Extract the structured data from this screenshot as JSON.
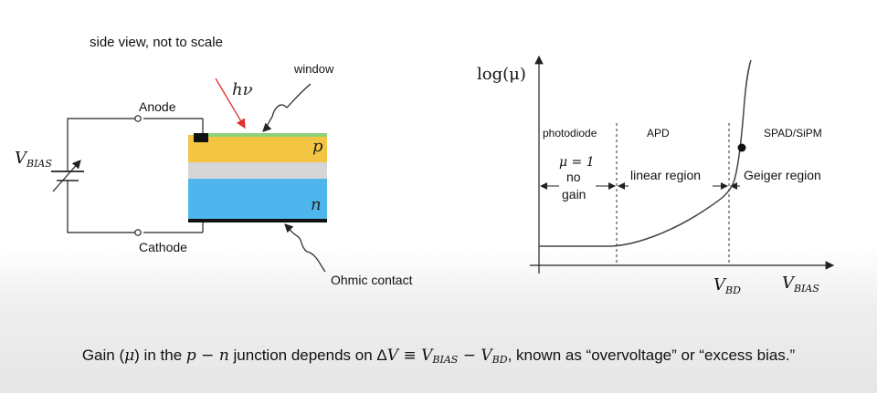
{
  "left_diagram": {
    "subtitle": "side view, not to scale",
    "window_label": "window",
    "photon_label": "hν",
    "anode_label": "Anode",
    "cathode_label": "Cathode",
    "bias_label": "V",
    "bias_sub": "BIAS",
    "p_label": "p",
    "n_label": "n",
    "ohmic_label": "Ohmic contact",
    "colors": {
      "p_layer": "#f4c542",
      "window": "#8fd17a",
      "depletion": "#d6d6d6",
      "n_layer": "#4eb6ec",
      "contact": "#111111"
    }
  },
  "chart": {
    "y_axis_label": "log(μ)",
    "x_axis_label": "V",
    "x_axis_sub": "BIAS",
    "vbd_label": "V",
    "vbd_sub": "BD",
    "regions": {
      "photodiode": "photodiode",
      "apd": "APD",
      "spad": "SPAD/SiPM",
      "mu_eq": "μ = 1",
      "no": "no",
      "gain": "gain",
      "linear": "linear region",
      "geiger": "Geiger region"
    }
  },
  "caption": {
    "c1": "Gain (",
    "c2": "μ",
    "c3": ") in the ",
    "c4": "p",
    "c5": " − ",
    "c6": "n",
    "c7": " junction depends on Δ",
    "c8": "V",
    "c9": " ≡ ",
    "c10": "V",
    "c11": "BIAS",
    "c12": " − ",
    "c13": "V",
    "c14": "BD",
    "c15": ", known as “overvoltage” or “excess bias.”"
  }
}
